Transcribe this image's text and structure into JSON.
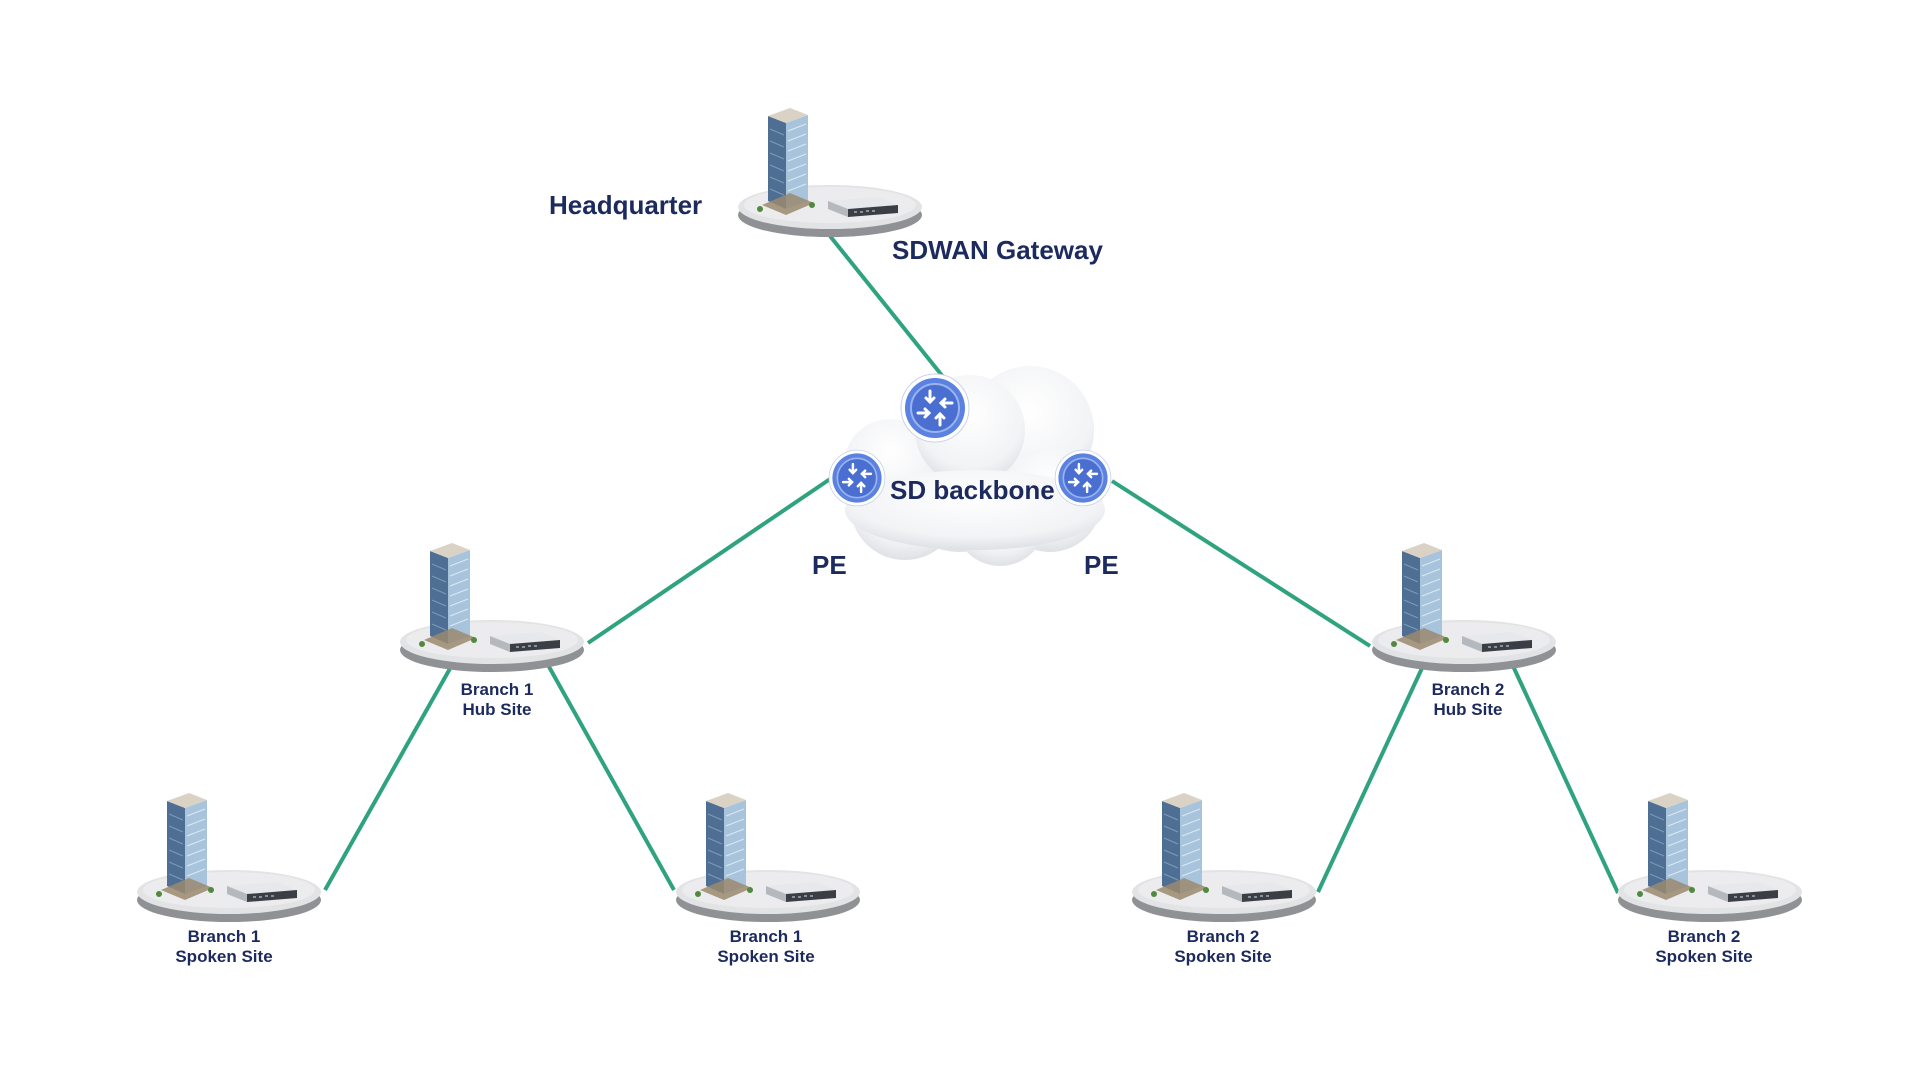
{
  "colors": {
    "link": "#2fa37f",
    "label": "#1c2a5e",
    "router": "#4f7ddf"
  },
  "labels": {
    "headquarter": "Headquarter",
    "sdwan_gateway": "SDWAN Gateway",
    "sd_backbone": "SD backbone",
    "pe_left": "PE",
    "pe_right": "PE"
  },
  "sites": {
    "branch1_hub": {
      "line1": "Branch 1",
      "line2": "Hub Site"
    },
    "branch2_hub": {
      "line1": "Branch 2",
      "line2": "Hub Site"
    },
    "branch1_spoke_a": {
      "line1": "Branch 1",
      "line2": "Spoken Site"
    },
    "branch1_spoke_b": {
      "line1": "Branch 1",
      "line2": "Spoken Site"
    },
    "branch2_spoke_a": {
      "line1": "Branch 2",
      "line2": "Spoken Site"
    },
    "branch2_spoke_b": {
      "line1": "Branch 2",
      "line2": "Spoken Site"
    }
  },
  "icons": {
    "site": "office-building-icon",
    "router": "router-icon",
    "cloud": "cloud-icon",
    "gateway": "network-appliance-icon"
  }
}
